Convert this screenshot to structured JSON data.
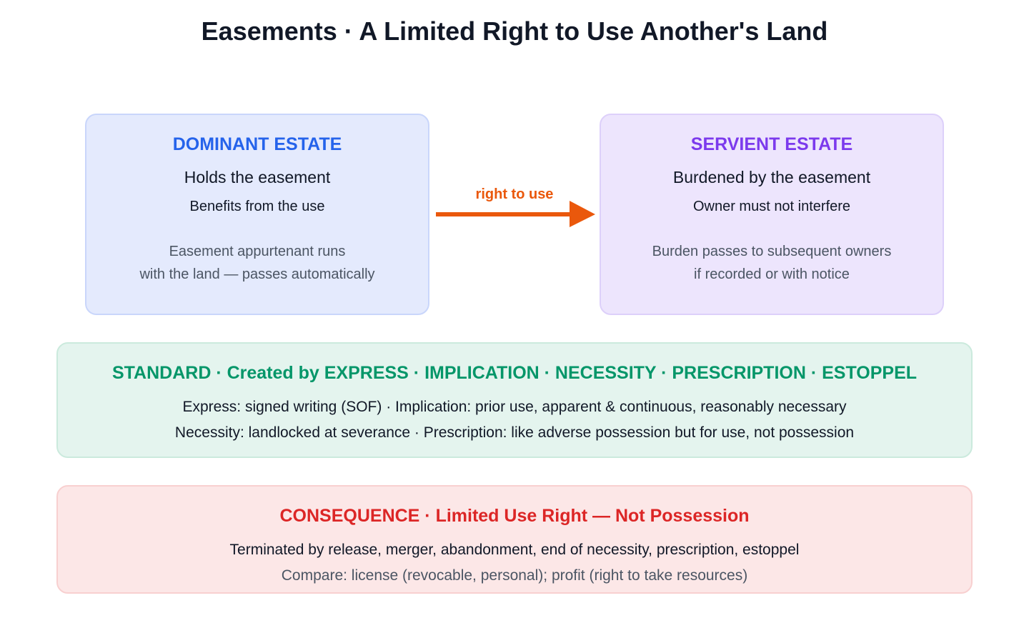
{
  "title": "Easements · A Limited Right to Use Another's Land",
  "dominant": {
    "heading": "DOMINANT ESTATE",
    "line1": "Holds the easement",
    "line2": "Benefits from the use",
    "note_lines": [
      "Easement appurtenant runs",
      "with the land — passes automatically"
    ]
  },
  "servient": {
    "heading": "SERVIENT ESTATE",
    "line1": "Burdened by the easement",
    "line2": "Owner must not interfere",
    "note_lines": [
      "Burden passes to subsequent owners",
      "if recorded or with notice"
    ]
  },
  "connector": {
    "label": "right to use",
    "color": "#ea580c"
  },
  "standard": {
    "heading": "STANDARD · Created by EXPRESS · IMPLICATION · NECESSITY · PRESCRIPTION · ESTOPPEL",
    "row1": "Express: signed writing (SOF) · Implication: prior use, apparent & continuous, reasonably necessary",
    "row2": "Necessity: landlocked at severance · Prescription: like adverse possession but for use, not possession"
  },
  "consequence": {
    "heading": "CONSEQUENCE · Limited Use Right — Not Possession",
    "row1": "Terminated by release, merger, abandonment, end of necessity, prescription, estoppel",
    "row2": "Compare: license (revocable, personal); profit (right to take resources)"
  },
  "colors": {
    "dominant_accent": "#2563eb",
    "servient_accent": "#7c3aed",
    "standard_accent": "#059669",
    "consequence_accent": "#dc2626"
  }
}
